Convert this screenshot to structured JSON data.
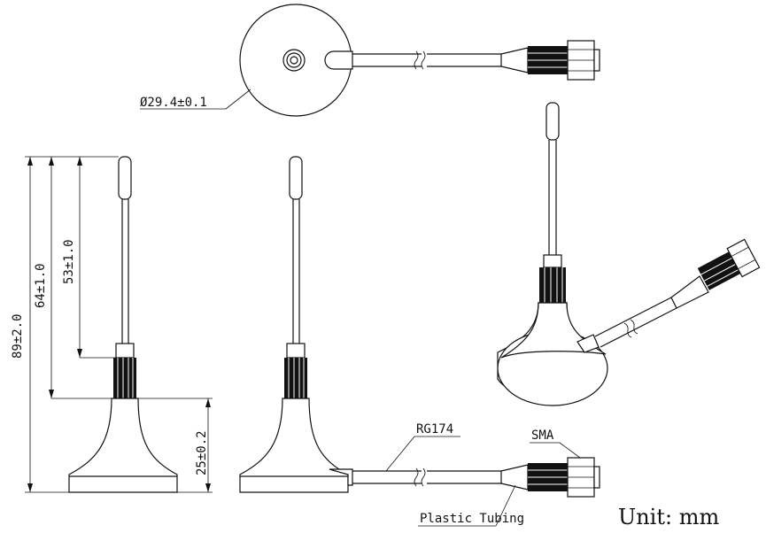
{
  "dimensions": {
    "diameter": "Ø29.4±0.1",
    "total_height": "89±2.0",
    "antenna_64": "64±1.0",
    "antenna_53": "53±1.0",
    "base_height": "25±0.2"
  },
  "labels": {
    "cable": "RG174",
    "connector": "SMA",
    "tubing": "Plastic Tubing",
    "unit": "Unit:  mm"
  }
}
